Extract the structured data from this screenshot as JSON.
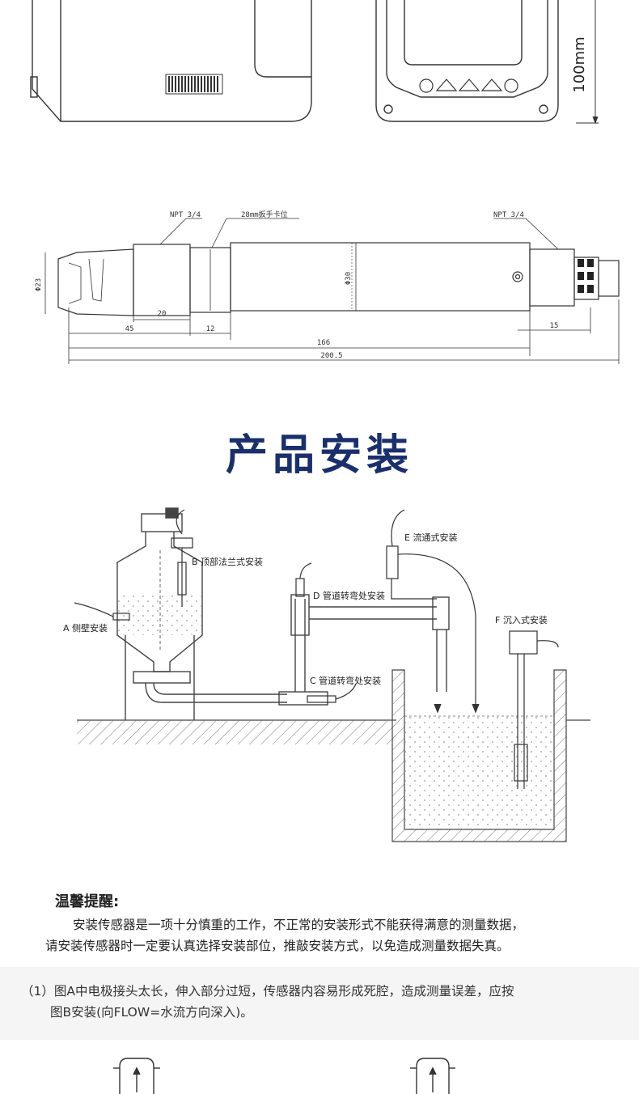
{
  "top_drawing": {
    "height_label": "100mm"
  },
  "sensor_drawing": {
    "thread_left": "NPT 3/4",
    "wrench_label": "28mm扳手卡位",
    "thread_right": "NPT 3/4",
    "diameter_tip": "Φ23",
    "diameter_body": "Φ30",
    "dim_20": "20",
    "dim_45": "45",
    "dim_12": "12",
    "dim_15": "15",
    "dim_166": "166",
    "dim_total": "200.5"
  },
  "section_title": "产品安装",
  "installation": {
    "label_a": "A 侧壁安装",
    "label_b": "B 顶部法兰式安装",
    "label_c": "C 管道转弯处安装",
    "label_d": "D 管道转弯处安装",
    "label_e": "E 流通式安装",
    "label_f": "F 沉入式安装"
  },
  "tips": {
    "heading": "温馨提醒:",
    "line1": "安装传感器是一项十分慎重的工作，不正常的安装形式不能获得满意的测量数据，",
    "line2": "请安装传感器时一定要认真选择安装部位，推敲安装方式，以免造成测量数据失真。"
  },
  "note1": {
    "line1": "（1）图A中电极接头太长，伸入部分过短，传感器内容易形成死腔，造成测量误差，应按",
    "line2": "图B安装(向FLOW=水流方向深入)。"
  }
}
